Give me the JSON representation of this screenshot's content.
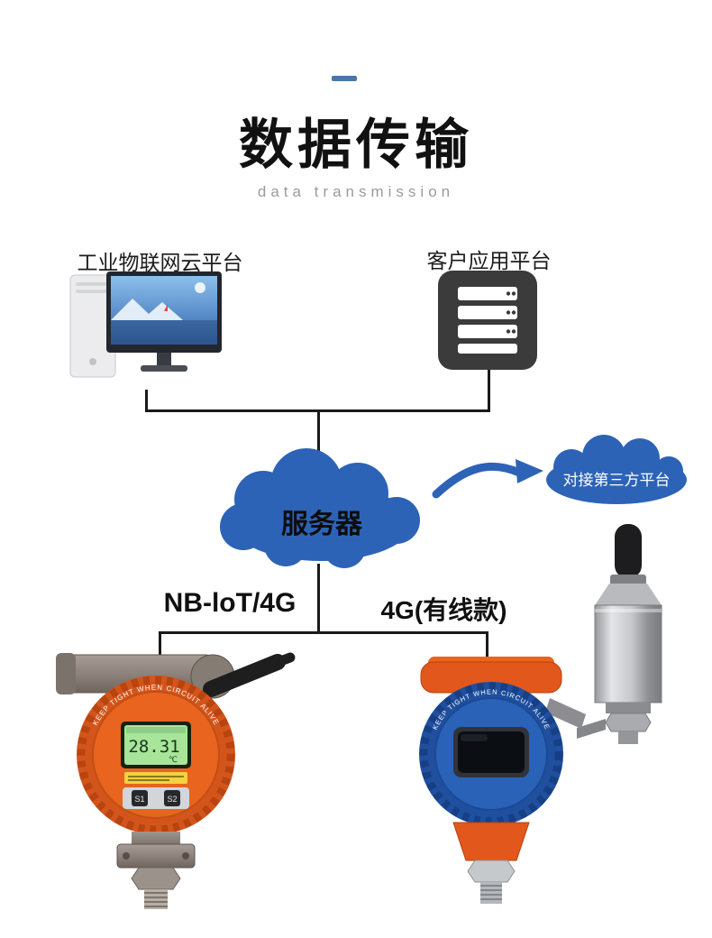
{
  "header": {
    "title": "数据传输",
    "subtitle": "data transmission"
  },
  "platforms": {
    "left_label": "工业物联网云平台",
    "right_label": "客户应用平台"
  },
  "network": {
    "server_cloud_label": "服务器",
    "third_party_label": "对接第三方平台"
  },
  "branches": {
    "left_label": "NB-loT/4G",
    "right_label": "4G(有线款)"
  },
  "device_left": {
    "ring_text": "KEEP TIGHT WHEN CIRCUIT ALIVE",
    "lcd_value": "28.31",
    "lcd_unit": "℃",
    "button_s1": "S1",
    "button_s2": "S2"
  },
  "device_right": {
    "ring_text": "KEEP TIGHT WHEN CIRCUIT ALIVE"
  },
  "colors": {
    "accent_blue": "#2d63b6",
    "connector_line": "#1a1a1a",
    "device_orange": "#e2571b",
    "device_blue": "#1f4f9e"
  }
}
